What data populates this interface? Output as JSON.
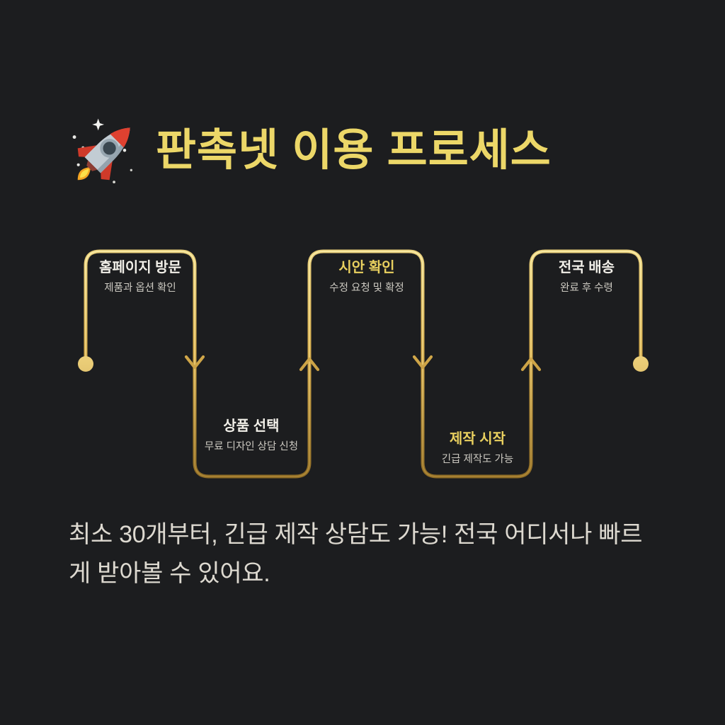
{
  "title": {
    "icon": "rocket-icon",
    "text": "판촉넷 이용 프로세스"
  },
  "steps": [
    {
      "title": "홈페이지 방문",
      "desc": "제품과 옵션 확인",
      "highlighted": false
    },
    {
      "title": "상품 선택",
      "desc": "무료 디자인 상담 신청",
      "highlighted": false
    },
    {
      "title": "시안 확인",
      "desc": "수정 요청 및 확정",
      "highlighted": true
    },
    {
      "title": "제작 시작",
      "desc": "긴급 제작도 가능",
      "highlighted": true
    },
    {
      "title": "전국 배송",
      "desc": "완료 후 수령",
      "highlighted": false
    }
  ],
  "footer": {
    "line1": "최소 30개부터, 긴급 제작 상담도 가능! 전국 어디서나 빠르",
    "line2": "게 받아볼 수 있어요."
  },
  "colors": {
    "background": "#1c1d1f",
    "title_gold": "#ecd768",
    "step_title_white": "#f1efe8",
    "step_title_gold": "#e9d05f",
    "step_desc_gray": "#cdcac2",
    "footer_text": "#ddd9d0",
    "line_gold_light": "#f2df8e",
    "line_gold_mid": "#dcb558",
    "line_gold_dark": "#8c6a25"
  }
}
